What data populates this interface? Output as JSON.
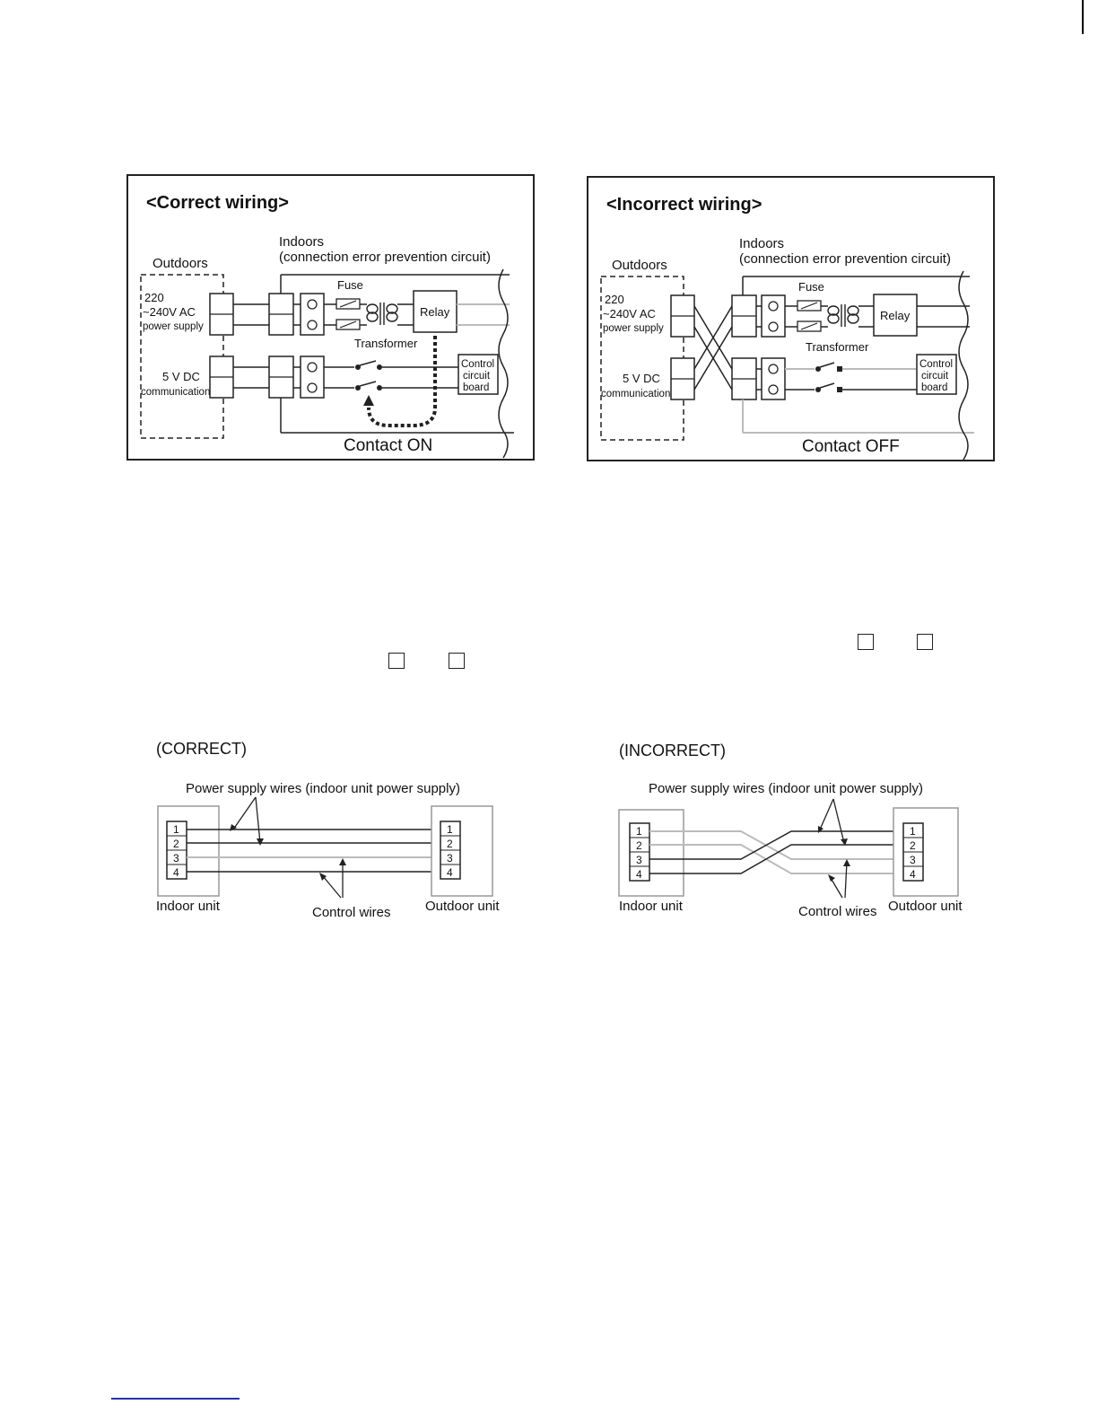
{
  "correct_panel": {
    "title": "<Correct wiring>",
    "outdoors_label": "Outdoors",
    "indoors_label_1": "Indoors",
    "indoors_label_2": "(connection error prevention circuit)",
    "ac_line_1": "220",
    "ac_line_2": "~240V AC",
    "ac_line_3": "power supply",
    "dc_line_1": "5 V DC",
    "dc_line_2": "communication",
    "fuse_label": "Fuse",
    "relay_label": "Relay",
    "transformer_label": "Transformer",
    "board_line_1": "Control",
    "board_line_2": "circuit",
    "board_line_3": "board",
    "contact_label": "Contact ON"
  },
  "incorrect_panel": {
    "title": "<Incorrect wiring>",
    "outdoors_label": "Outdoors",
    "indoors_label_1": "Indoors",
    "indoors_label_2": "(connection error prevention circuit)",
    "ac_line_1": "220",
    "ac_line_2": "~240V AC",
    "ac_line_3": "power supply",
    "dc_line_1": "5 V DC",
    "dc_line_2": "communication",
    "fuse_label": "Fuse",
    "relay_label": "Relay",
    "transformer_label": "Transformer",
    "board_line_1": "Control",
    "board_line_2": "circuit",
    "board_line_3": "board",
    "contact_label": "Contact OFF"
  },
  "correct_terminal": {
    "heading": "(CORRECT)",
    "power_label": "Power supply wires (indoor unit power supply)",
    "control_label": "Control wires",
    "indoor_label": "Indoor unit",
    "outdoor_label": "Outdoor unit",
    "terminals": [
      "1",
      "2",
      "3",
      "4"
    ]
  },
  "incorrect_terminal": {
    "heading": "(INCORRECT)",
    "power_label": "Power supply wires (indoor unit power supply)",
    "control_label": "Control wires",
    "indoor_label": "Indoor unit",
    "outdoor_label": "Outdoor unit",
    "terminals": [
      "1",
      "2",
      "3",
      "4"
    ]
  },
  "colors": {
    "line": "#222222",
    "gray_wire": "#bbbbbb",
    "footer_rule": "#2233aa"
  }
}
